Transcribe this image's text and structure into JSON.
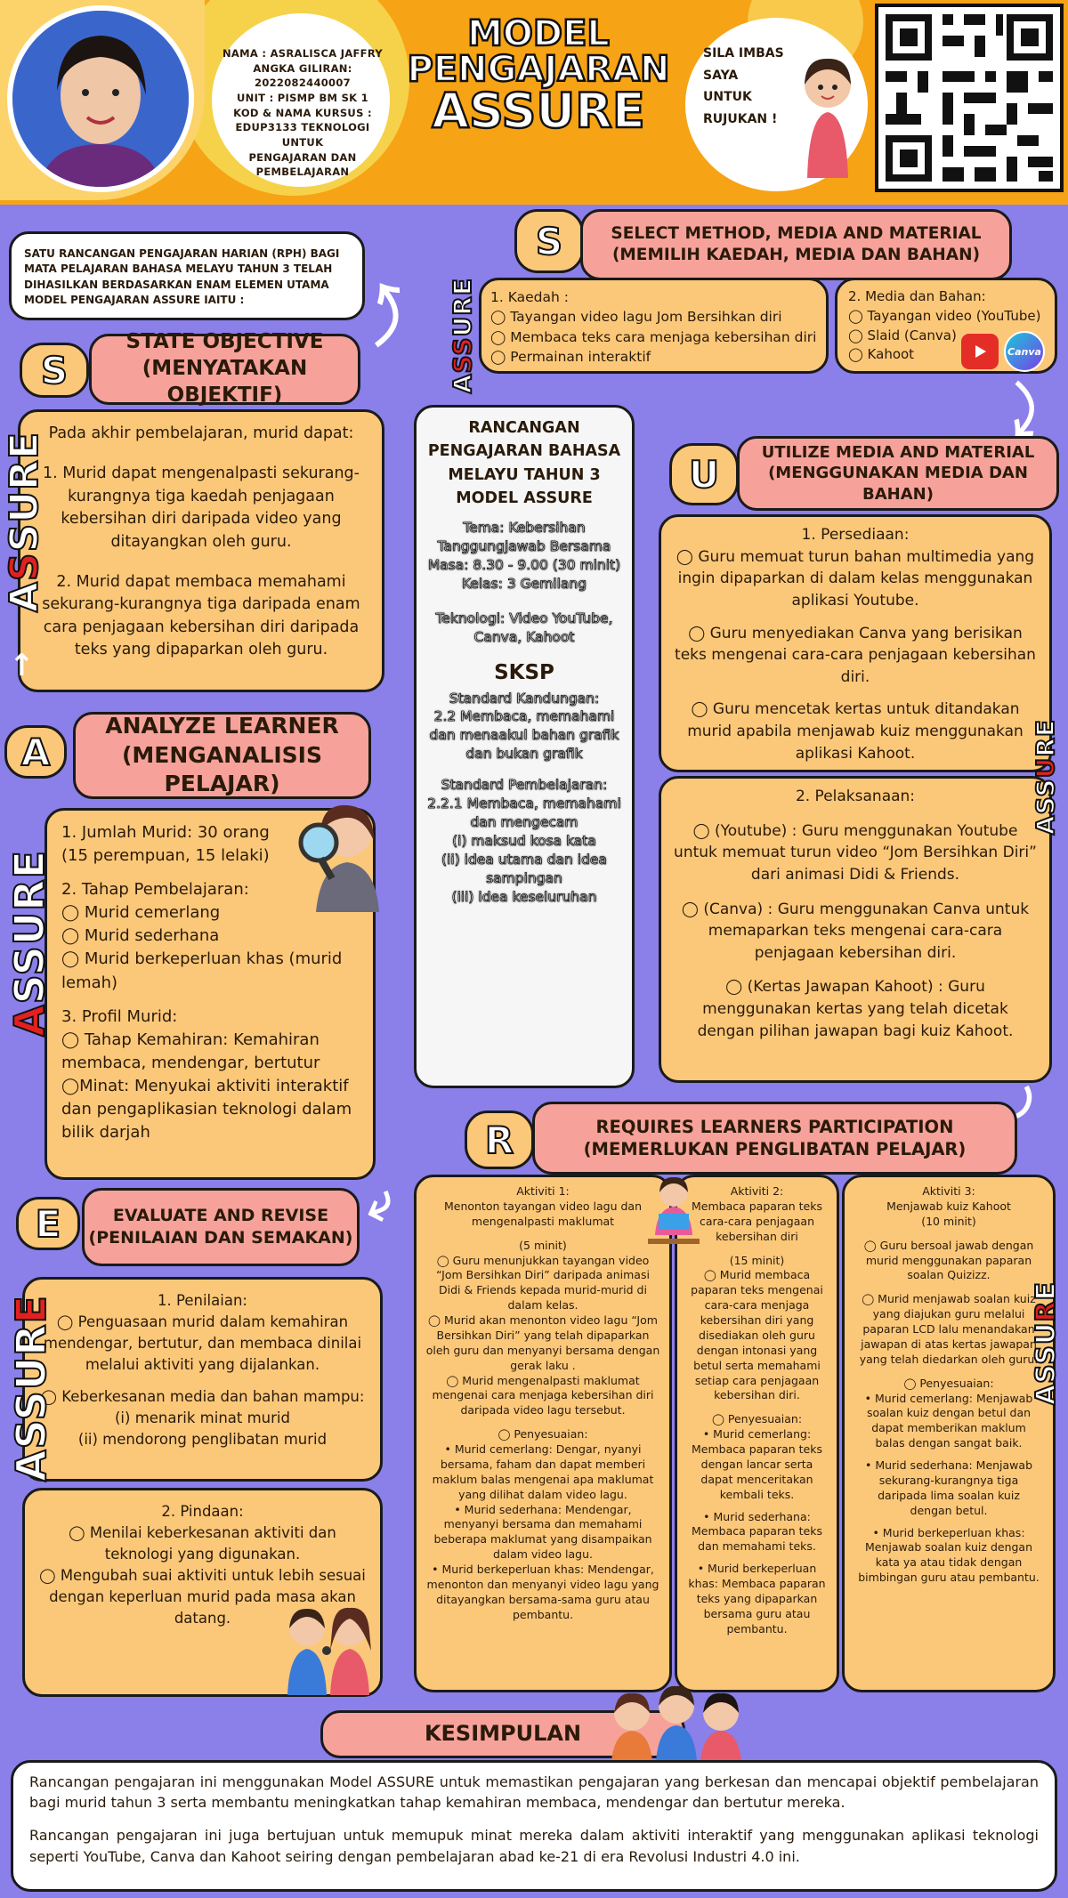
{
  "header": {
    "info_lines": [
      "NAMA : ASRALISCA JAFFRY",
      "ANGKA GILIRAN:",
      "2022082440007",
      "UNIT : PISMP BM SK 1",
      "KOD & NAMA KURSUS :",
      "EDUP3133 TEKNOLOGI UNTUK",
      "PENGAJARAN DAN",
      "PEMBELAJARAN"
    ],
    "title1": "MODEL",
    "title2": "PENGAJARAN",
    "title3": "ASSURE",
    "scan_lines": [
      "SILA IMBAS SAYA",
      "UNTUK",
      "RUJUKAN !"
    ]
  },
  "intro": "SATU RANCANGAN PENGAJARAN HARIAN (RPH) BAGI MATA PELAJARAN BAHASA MELAYU TAHUN 3 TELAH DIHASILKAN BERDASARKAN ENAM ELEMEN UTAMA MODEL PENGAJARAN ASSURE IAITU :",
  "s1": {
    "letter": "S",
    "title1": "STATE OBJECTIVE",
    "title2": "(MENYATAKAN OBJEKTIF)",
    "lines": [
      "Pada akhir pembelajaran, murid dapat:",
      "1. Murid dapat mengenalpasti sekurang-kurangnya tiga kaedah penjagaan kebersihan diri daripada video yang ditayangkan oleh guru.",
      "2. Murid dapat membaca memahami sekurang-kurangnya tiga daripada enam cara penjagaan kebersihan diri daripada teks yang dipaparkan oleh guru."
    ]
  },
  "a": {
    "letter": "A",
    "title1": "ANALYZE LEARNER",
    "title2": "(MENGANALISIS PELAJAR)",
    "lines": [
      "1. Jumlah Murid: 30 orang",
      "(15 perempuan, 15 lelaki)",
      "",
      "2. Tahap Pembelajaran:",
      "◯ Murid cemerlang",
      "◯ Murid sederhana",
      "◯ Murid berkeperluan khas (murid lemah)",
      "",
      "3. Profil Murid:",
      "◯ Tahap Kemahiran: Kemahiran membaca, mendengar, bertutur",
      "◯Minat: Menyukai aktiviti interaktif dan pengaplikasian teknologi dalam bilik darjah"
    ]
  },
  "e": {
    "letter": "E",
    "title1": "EVALUATE AND REVISE",
    "title2": "(PENILAIAN DAN SEMAKAN)",
    "p1": [
      "1. Penilaian:",
      "◯ Penguasaan murid dalam kemahiran mendengar, bertutur, dan membaca dinilai melalui aktiviti yang dijalankan.",
      "",
      "◯ Keberkesanan media dan bahan mampu:",
      "(i) menarik minat murid",
      "(ii) mendorong penglibatan murid"
    ],
    "p2": [
      "2. Pindaan:",
      "◯ Menilai keberkesanan aktiviti dan teknologi yang digunakan.",
      "◯ Mengubah suai aktiviti untuk lebih sesuai dengan keperluan murid pada masa akan datang."
    ]
  },
  "s2": {
    "letter": "S",
    "title1": "SELECT METHOD, MEDIA AND MATERIAL",
    "title2": "(MEMILIH KAEDAH, MEDIA DAN BAHAN)",
    "kaedah": [
      "1. Kaedah :",
      "◯  Tayangan video lagu Jom Bersihkan diri",
      "◯  Membaca teks cara menjaga kebersihan diri",
      "◯ Permainan interaktif"
    ],
    "media": [
      "2. Media dan Bahan:",
      "◯ Tayangan video (YouTube)",
      "◯ Slaid (Canva)",
      "◯ Kahoot"
    ],
    "canva_logo": "Canva"
  },
  "center": {
    "heading": [
      "RANCANGAN",
      "PENGAJARAN BAHASA",
      "MELAYU TAHUN 3",
      "MODEL ASSURE"
    ],
    "details": [
      "Tema: Kebersihan",
      "Tanggungjawab Bersama",
      "Masa: 8.30 - 9.00 (30 minit)",
      "Kelas: 3 Gemilang",
      "",
      "Teknologi: Video YouTube, Canva, Kahoot"
    ],
    "sksp": "SKSP",
    "sk": [
      "Standard Kandungan:",
      "2.2 Membaca, memahami dan menaakul bahan grafik dan bukan grafik"
    ],
    "sp": [
      "Standard Pembelajaran:",
      "2.2.1 Membaca, memahami dan mengecam",
      "(i) maksud kosa kata",
      "(ii) idea utama dan idea sampingan",
      "(iii) idea keseluruhan"
    ]
  },
  "u": {
    "letter": "U",
    "title1": "UTILIZE MEDIA AND MATERIAL",
    "title2": "(MENGGUNAKAN MEDIA DAN BAHAN)",
    "p1": [
      "1.  Persediaan:",
      "◯ Guru memuat turun bahan multimedia yang ingin dipaparkan di dalam kelas menggunakan aplikasi Youtube.",
      "",
      "◯ Guru menyediakan Canva yang berisikan teks mengenai cara-cara penjagaan kebersihan diri.",
      "",
      "◯ Guru mencetak kertas untuk ditandakan murid apabila menjawab kuiz menggunakan aplikasi Kahoot."
    ],
    "p2": [
      "2. Pelaksanaan:",
      "",
      "◯ (Youtube) : Guru menggunakan Youtube untuk memuat turun video “Jom Bersihkan Diri” dari animasi Didi & Friends.",
      "",
      "◯ (Canva) : Guru menggunakan Canva untuk memaparkan teks mengenai cara-cara penjagaan kebersihan diri.",
      "",
      "◯ (Kertas Jawapan Kahoot) : Guru menggunakan kertas yang telah dicetak dengan pilihan jawapan bagi kuiz Kahoot."
    ]
  },
  "r": {
    "letter": "R",
    "title1": "REQUIRES LEARNERS PARTICIPATION",
    "title2": "(MEMERLUKAN PENGLIBATAN PELAJAR)",
    "act1": [
      "Aktiviti 1:",
      "Menonton tayangan video lagu dan mengenalpasti maklumat",
      "",
      "(5 minit)",
      "◯ Guru menunjukkan tayangan video “Jom Bersihkan Diri” daripada animasi Didi & Friends kepada murid-murid di dalam kelas.",
      "◯ Murid akan menonton video lagu “Jom Bersihkan Diri” yang telah dipaparkan oleh guru dan menyanyi bersama dengan gerak laku .",
      "◯ Murid mengenalpasti maklumat mengenai cara menjaga kebersihan diri daripada video lagu tersebut.",
      "",
      "◯ Penyesuaian:",
      "•  Murid cemerlang: Dengar, nyanyi bersama, faham dan dapat memberi maklum balas mengenai apa maklumat yang dilihat dalam video lagu.",
      "•  Murid sederhana: Mendengar, menyanyi bersama dan memahami beberapa maklumat yang disampaikan dalam video lagu.",
      "•  Murid berkeperluan khas: Mendengar, menonton dan menyanyi video lagu yang ditayangkan bersama-sama guru atau pembantu."
    ],
    "act2": [
      "Aktiviti 2:",
      "Membaca paparan teks cara-cara penjagaan kebersihan diri",
      "",
      "(15 minit)",
      "◯ Murid membaca paparan teks mengenai cara-cara menjaga kebersihan diri yang disediakan oleh guru dengan intonasi yang betul serta memahami setiap cara penjagaan kebersihan diri.",
      "",
      "◯ Penyesuaian:",
      "•  Murid cemerlang: Membaca paparan teks dengan lancar serta dapat menceritakan kembali teks.",
      "",
      "•  Murid sederhana: Membaca paparan teks dan memahami teks.",
      "",
      "•  Murid berkeperluan khas: Membaca paparan teks yang dipaparkan bersama guru atau pembantu."
    ],
    "act3": [
      "Aktiviti 3:",
      "Menjawab kuiz Kahoot",
      "(10 minit)",
      "",
      "◯ Guru bersoal jawab dengan murid menggunakan paparan soalan Quizizz.",
      "",
      "◯ Murid menjawab soalan kuiz yang diajukan guru melalui paparan LCD lalu menandakan jawapan di atas kertas jawapan yang telah diedarkan oleh guru.",
      "",
      "◯ Penyesuaian:",
      "•  Murid cemerlang: Menjawab soalan kuiz dengan betul dan dapat memberikan maklum balas dengan sangat baik.",
      "",
      "•  Murid sederhana: Menjawab sekurang-kurangnya tiga daripada lima soalan kuiz dengan betul.",
      "",
      "•  Murid berkeperluan khas: Menjawab soalan kuiz dengan kata ya atau tidak dengan bimbingan guru atau pembantu."
    ]
  },
  "kesimpulan": {
    "title": "KESIMPULAN",
    "p1": "Rancangan pengajaran ini menggunakan Model ASSURE untuk memastikan pengajaran yang berkesan dan mencapai objektif pembelajaran bagi murid tahun 3 serta membantu meningkatkan tahap kemahiran membaca, mendengar dan bertutur mereka.",
    "p2": "Rancangan pengajaran ini juga bertujuan untuk memupuk minat mereka dalam aktiviti interaktif yang menggunakan aplikasi teknologi seperti YouTube, Canva dan Kahoot seiring dengan pembelajaran abad ke-21 di era Revolusi Industri 4.0 ini."
  },
  "vertical_word": "ASSURE",
  "colors": {
    "background": "#8b7fea",
    "panel": "#fbc87a",
    "title_bar": "#f6a29a",
    "header": "#f7a316",
    "accent_red": "#e32020"
  }
}
